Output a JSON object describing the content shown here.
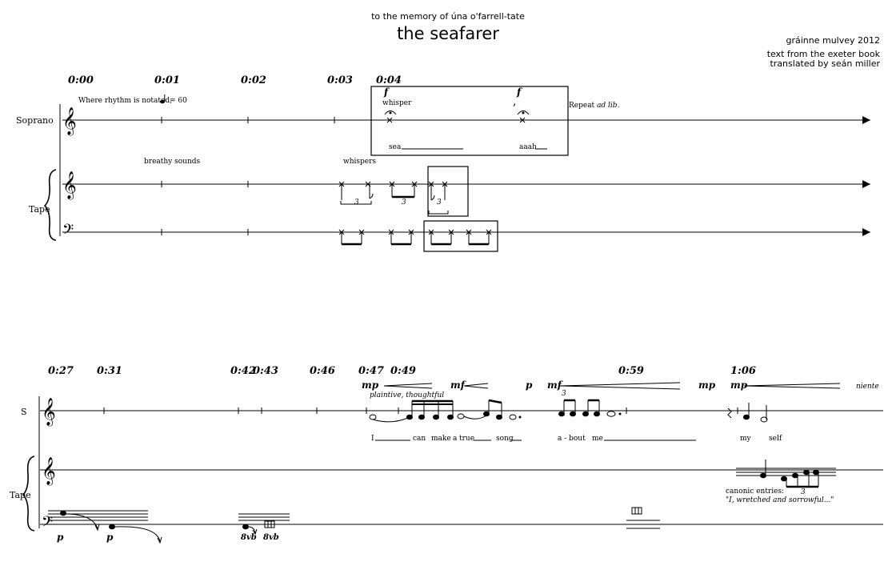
{
  "header": {
    "dedication": "to the memory of úna o'farrell-tate",
    "title": "the seafarer",
    "composer": "gráinne mulvey 2012",
    "credit_line1": "text from the exeter book",
    "credit_line2": "translated by seán miller"
  },
  "system1": {
    "times": [
      "0:00",
      "0:01",
      "0:02",
      "0:03",
      "0:04"
    ],
    "instruments": {
      "soprano": "Soprano",
      "tape": "Tape"
    },
    "tempo_text": "Where rhythm is notated,",
    "tempo_value": "= 60",
    "whisper": "whisper",
    "dyn_f1": "f",
    "dyn_f2": "f",
    "lyric_sea": "sea",
    "lyric_aaah": "aaah",
    "repeat_text": "Repeat",
    "repeat_italic": "ad lib.",
    "breathy_sounds": "breathy sounds",
    "whispers": "whispers",
    "triplet_marks": [
      "3",
      "3",
      "3"
    ]
  },
  "system2": {
    "times": [
      "0:27",
      "0:31",
      "0:42",
      "0:43",
      "0:46",
      "0:47",
      "0:49",
      "0:59",
      "1:06"
    ],
    "instruments": {
      "soprano": "S",
      "tape": "Tape"
    },
    "dynamics": [
      "mp",
      "mf",
      "p",
      "mf",
      "mp",
      "mp"
    ],
    "niente": "niente",
    "expression": "plaintive, thoughtful",
    "lyrics": [
      "I",
      "can",
      "make",
      "a",
      "true",
      "song",
      "a - bout",
      "me",
      "my",
      "self"
    ],
    "canonic_label": "canonic entries:",
    "canonic_text": "\"I, wretched and sorrowful...\"",
    "bass_dyn": [
      "p",
      "p"
    ],
    "ottava": [
      "8vb",
      "8vb"
    ],
    "triplet_marks": [
      "3",
      "3"
    ]
  }
}
